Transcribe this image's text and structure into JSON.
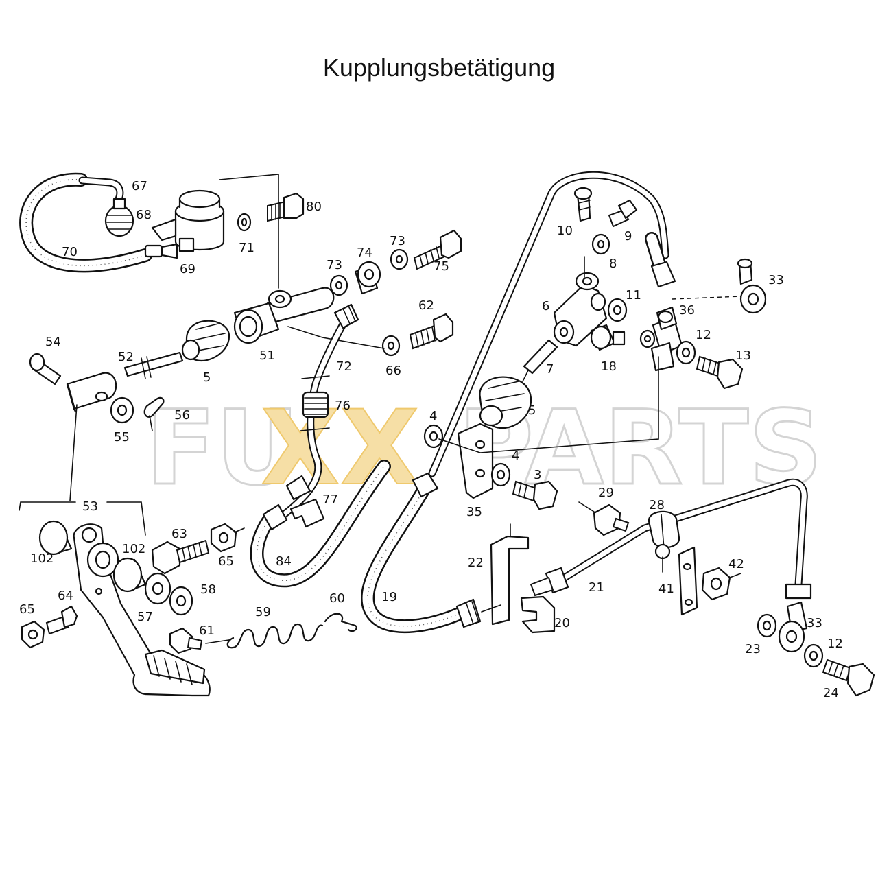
{
  "title": "Kupplungsbetätigung",
  "watermark": {
    "part1": "FU",
    "part2": "XX",
    "part3": "PARTS",
    "accent_color": "#efc96d"
  },
  "labels": {
    "n67": "67",
    "n68": "68",
    "n70": "70",
    "n69": "69",
    "n71": "71",
    "n80": "80",
    "n73a": "73",
    "n74": "74",
    "n73b": "73",
    "n75": "75",
    "n72": "72",
    "n62": "62",
    "n66": "66",
    "n54": "54",
    "n52": "52",
    "n5a": "5",
    "n51": "51",
    "n55": "55",
    "n56": "56",
    "n76": "76",
    "n53": "53",
    "n102a": "102",
    "n102b": "102",
    "n63": "63",
    "n65a": "65",
    "n84": "84",
    "n77": "77",
    "n58": "58",
    "n57": "57",
    "n64": "64",
    "n65b": "65",
    "n61": "61",
    "n59": "59",
    "n60": "60",
    "n10": "10",
    "n9": "9",
    "n8": "8",
    "n6": "6",
    "n11": "11",
    "n36": "36",
    "n33a": "33",
    "n12a": "12",
    "n13": "13",
    "n18": "18",
    "n7": "7",
    "n5b": "5",
    "n4a": "4",
    "n4b": "4",
    "n3": "3",
    "n35": "35",
    "n29": "29",
    "n28": "28",
    "n22": "22",
    "n19": "19",
    "n21": "21",
    "n42": "42",
    "n41": "41",
    "n20": "20",
    "n33b": "33",
    "n12b": "12",
    "n23": "23",
    "n24": "24"
  }
}
